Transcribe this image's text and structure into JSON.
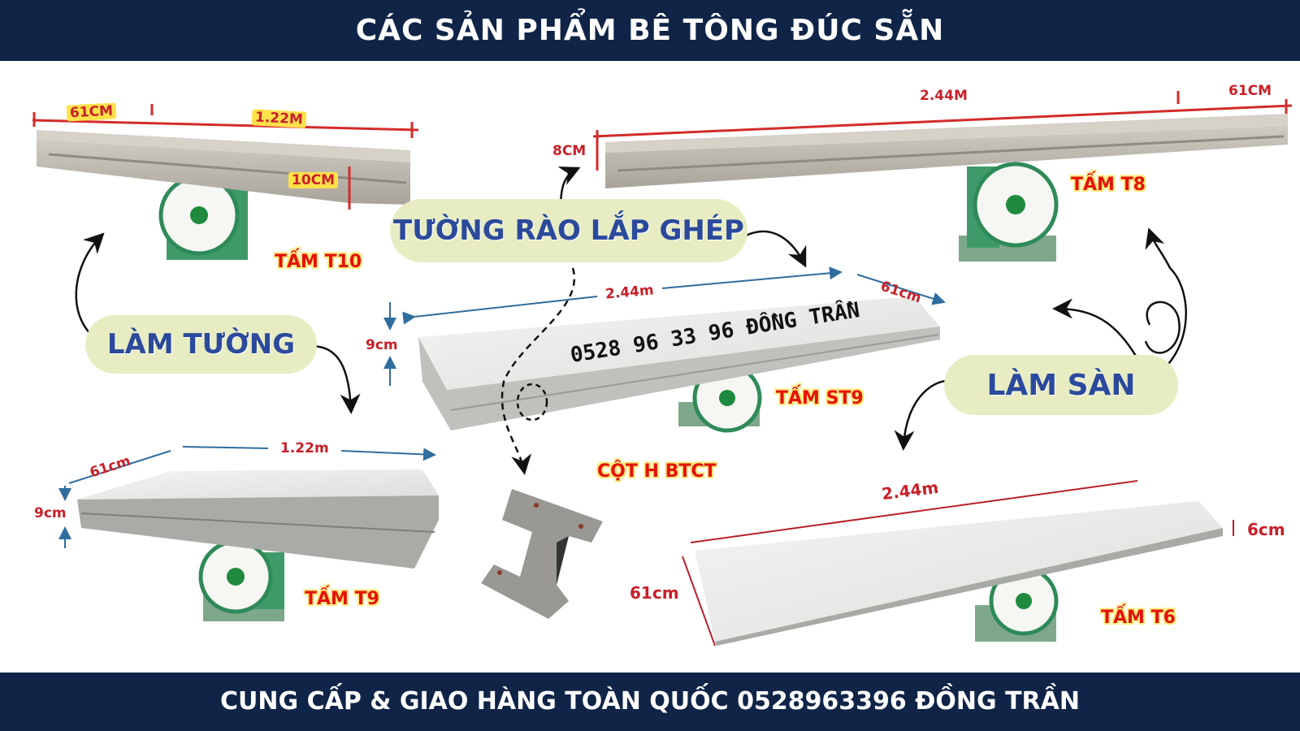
{
  "header": {
    "title": "CÁC SẢN PHẨM BÊ TÔNG ĐÚC SẴN"
  },
  "footer": {
    "text": "CUNG CẤP & GIAO HÀNG TOÀN QUỐC 0528963396 ĐỒNG TRẦN"
  },
  "categories": {
    "fence": "TƯỜNG RÀO LẮP GHÉP",
    "wall": "LÀM TƯỜNG",
    "floor": "LÀM SÀN"
  },
  "products": {
    "t10": {
      "name": "TẤM T10",
      "width": "61CM",
      "length": "1.22M",
      "thickness": "10CM"
    },
    "t8": {
      "name": "TẤM T8",
      "length": "2.44M",
      "width": "61CM",
      "thickness": "8CM"
    },
    "st9": {
      "name": "TẤM ST9",
      "length": "2.44m",
      "width": "61cm",
      "thickness": "9cm",
      "print": "0528 96 33 96 ĐỒNG TRẦN"
    },
    "t9": {
      "name": "TẤM T9",
      "width": "61cm",
      "length": "1.22m",
      "thickness": "9cm"
    },
    "t6": {
      "name": "TẤM T6",
      "length": "2.44m",
      "width": "61cm",
      "thickness": "6cm"
    },
    "column": {
      "name": "CỘT H BTCT"
    }
  },
  "colors": {
    "navy": "#0f2447",
    "label_red": "#e3120b",
    "pill": "#e8ecc2",
    "pill_text": "#2b4a9c"
  }
}
